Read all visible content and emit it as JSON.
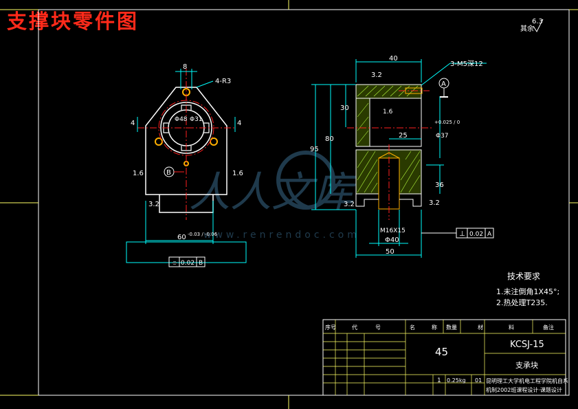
{
  "page_title": "支撑块零件图",
  "colors": {
    "background": "#000000",
    "border": "#ffffff",
    "dimension": "#00ffff",
    "center_line": "#ff2020",
    "hatch": "#b8ff40",
    "text_white": "#ffffff",
    "title_red": "#ff2a1a",
    "frame_yellow": "#ffff66",
    "watermark": "#3a6a8a"
  },
  "corner_roughness": {
    "symbol": "其余",
    "value": "6.3"
  },
  "front_view": {
    "width_dim": "8",
    "radius_label": "4-R3",
    "circle_outer": "Φ48",
    "circle_inner": "Φ31",
    "side_dim_left": "4",
    "side_dim_right": "4",
    "rough_left": "1.6",
    "rough_right": "1.6",
    "rough_bottom": "3.2",
    "datum_b": "B",
    "bottom_dim": "60",
    "bottom_tol": "-0.03 / -0.06"
  },
  "side_view": {
    "top_dim": "40",
    "thread_label": "3-M5深12",
    "datum_a": "A",
    "rough_top": "3.2",
    "rough_mid": "1.6",
    "rough_bottom_left": "3.2",
    "rough_bottom_right": "3.2",
    "dim_30": "30",
    "dim_80": "80",
    "dim_95": "95",
    "dim_25": "25",
    "dim_36": "36",
    "dim_bore": "Φ37",
    "bore_tol": "+0.025 / 0",
    "thread_bottom": "M16X15",
    "dim_phi40": "Φ40",
    "dim_50": "50"
  },
  "tolerance_frames": {
    "flatness": {
      "symbol": "⌯",
      "value": "0.02",
      "datum": "B"
    },
    "perpendicular": {
      "symbol": "⊥",
      "value": "0.02",
      "datum": "A"
    }
  },
  "tech_requirements": {
    "heading": "技术要求",
    "items": [
      "1.未注倒角1X45°;",
      "2.热处理T235."
    ]
  },
  "title_block": {
    "header_cols": [
      "序号",
      "代",
      "号",
      "名",
      "称",
      "数量",
      "材",
      "料",
      "备注"
    ],
    "material": "45",
    "drawing_no": "KCSJ-15",
    "part_name": "支承块",
    "scale": "1",
    "weight": "0.25kg",
    "sheet": "01",
    "school": "昆明理工大学机电工程学院机自系",
    "project": "机制2002班课程设计·课题设计"
  },
  "watermark": {
    "url_text": "www.renrendoc.com"
  }
}
